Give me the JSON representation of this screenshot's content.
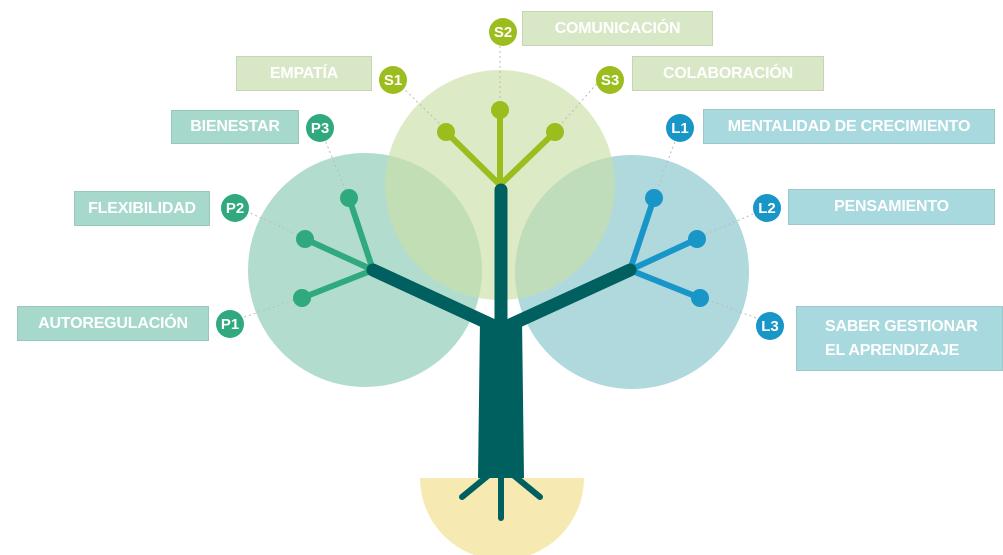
{
  "social": {
    "color": "#9bbe1e",
    "items": [
      {
        "code": "S1",
        "label": "EMPATÍA"
      },
      {
        "code": "S2",
        "label": "COMUNICACIÓN"
      },
      {
        "code": "S3",
        "label": "COLABORACIÓN"
      }
    ]
  },
  "personal": {
    "color": "#2fa97d",
    "items": [
      {
        "code": "P1",
        "label": "AUTOREGULACIÓN"
      },
      {
        "code": "P2",
        "label": "FLEXIBILIDAD"
      },
      {
        "code": "P3",
        "label": "BIENESTAR"
      }
    ]
  },
  "learning": {
    "color": "#1996c8",
    "items": [
      {
        "code": "L1",
        "label": "MENTALIDAD DE CRECIMIENTO"
      },
      {
        "code": "L2",
        "label": "PENSAMIENTO"
      },
      {
        "code": "L3",
        "label_line1": "SABER GESTIONAR",
        "label_line2": "EL APRENDIZAJE"
      }
    ]
  },
  "colors": {
    "trunk": "#00605f",
    "soil": "#f6eab2",
    "canopy_social": "#d3e4b9",
    "canopy_personal": "#9fd4c2",
    "canopy_learning": "#9cd0d6"
  }
}
